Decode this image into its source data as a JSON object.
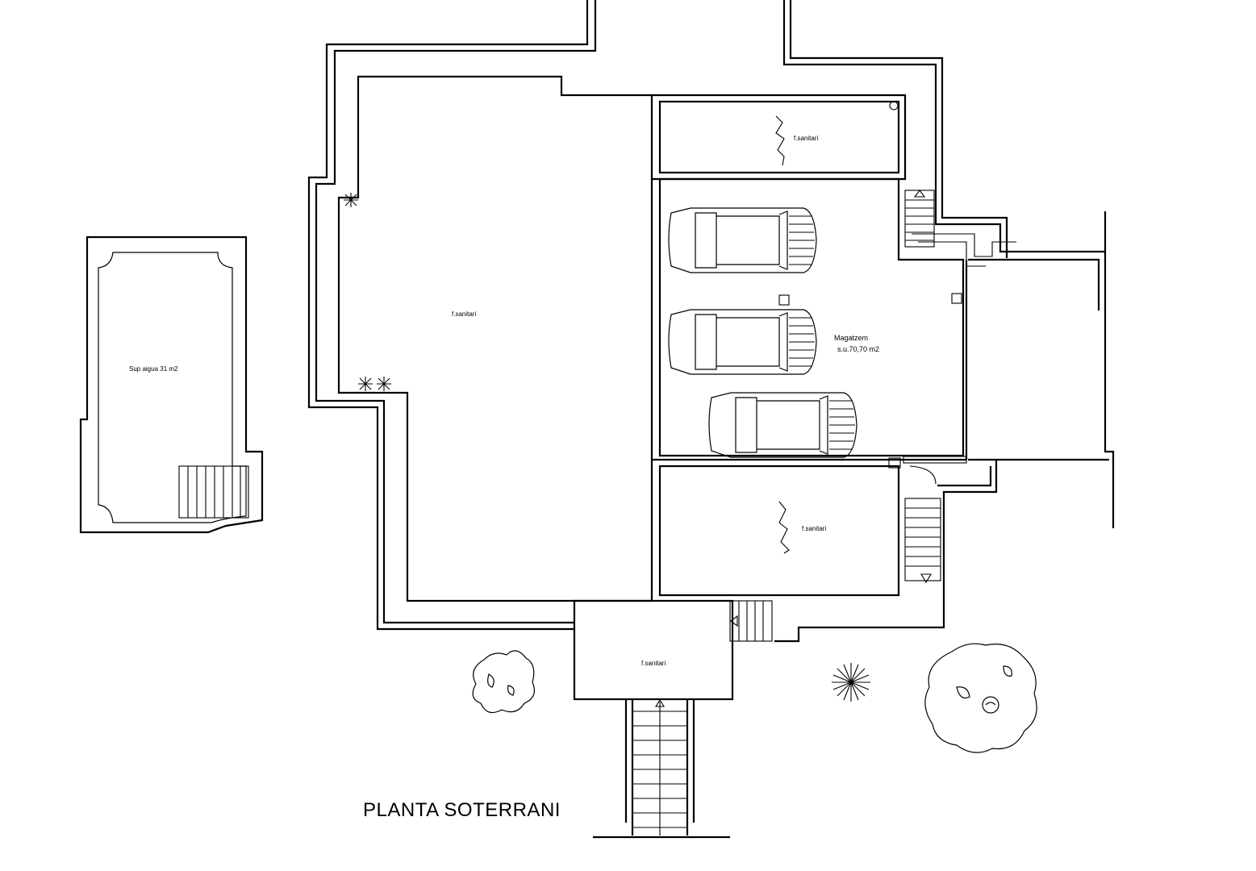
{
  "plan": {
    "title": "PLANTA SOTERRANI",
    "rooms": {
      "central": "f.sanitari",
      "top_right": "f.sanitari",
      "bottom_right": "f.sanitari",
      "entrance": "f.sanitari",
      "storage_name": "Magatzem",
      "storage_area": "s.u.70,70 m2",
      "pool": "Sup aigua 31 m2"
    },
    "cars": 3
  }
}
